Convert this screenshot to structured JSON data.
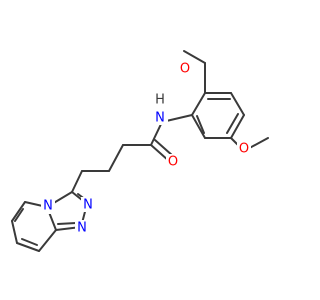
{
  "molecule": {
    "labels": {
      "o_methoxy_top": "O",
      "o_methoxy_bottom": "O",
      "nh": "N",
      "h": "H",
      "o_carbonyl": "O",
      "n_bridge": "N",
      "n_triazole_1": "N",
      "n_triazole_2": "N"
    },
    "colors": {
      "bond": "#3a3a3a",
      "oxygen": "#ff0000",
      "nitrogen": "#0000ff",
      "hydrogen": "#3a3a3a"
    }
  }
}
